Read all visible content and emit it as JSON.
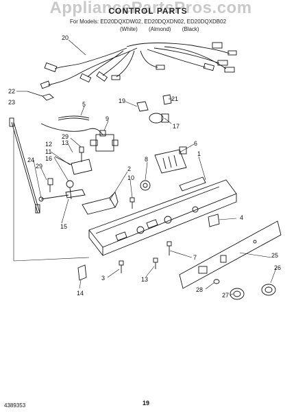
{
  "header": {
    "watermark": "AppliancePartsPros.com",
    "title": "CONTROL PARTS",
    "models": "For Models: ED20DQXDW02, ED20DQXDN02, ED20DQXDB02",
    "colors": [
      "(White)",
      "(Almond)",
      "(Black)"
    ]
  },
  "callouts": {
    "c1": "1",
    "c2": "2",
    "c3": "3",
    "c4": "4",
    "c5": "5",
    "c6": "6",
    "c7": "7",
    "c8": "8",
    "c9": "9",
    "c10": "10",
    "c11": "11",
    "c12": "12",
    "c13a": "13",
    "c13b": "13",
    "c14": "14",
    "c15": "15",
    "c16": "16",
    "c17": "17",
    "c19": "19",
    "c20": "20",
    "c21": "21",
    "c22": "22",
    "c23": "23",
    "c24": "24",
    "c25": "25",
    "c26": "26",
    "c27": "27",
    "c28": "28",
    "c29a": "29",
    "c29b": "29"
  },
  "footer": {
    "doc_number": "4389353",
    "page_number": "19"
  }
}
